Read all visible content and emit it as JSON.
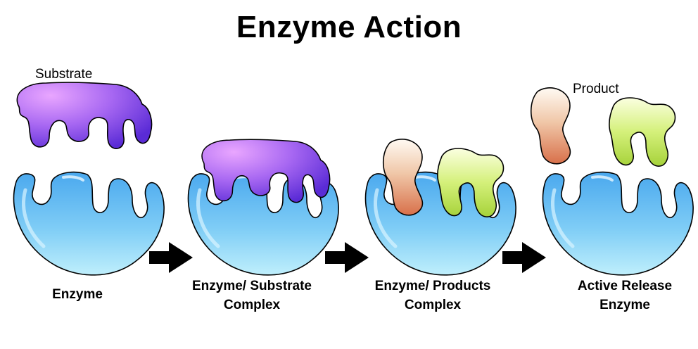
{
  "title": "Enzyme Action",
  "labels": {
    "substrate": "Substrate",
    "product": "Product"
  },
  "captions": [
    {
      "line1": "Enzyme",
      "line2": ""
    },
    {
      "line1": "Enzyme/ Substrate",
      "line2": "Complex"
    },
    {
      "line1": "Enzyme/ Products",
      "line2": "Complex"
    },
    {
      "line1": "Active Release",
      "line2": "Enzyme"
    }
  ],
  "colors": {
    "enzyme": "#6ec3f2",
    "substrate": "#9b5cf0",
    "product_a": "#e9a27c",
    "product_b": "#c9ec5a",
    "arrow": "#000000"
  }
}
